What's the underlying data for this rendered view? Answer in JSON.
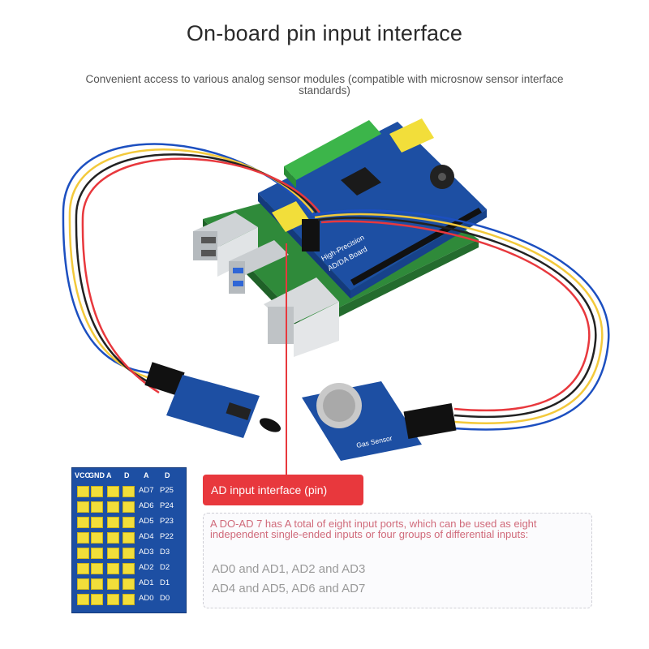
{
  "title": "On-board pin input interface",
  "subtitle": "Convenient access to various analog sensor modules (compatible with microsnow sensor interface standards)",
  "board_labels": {
    "hat_line1": "High-Precision",
    "hat_line2": "AD/DA Board",
    "gas_sensor": "Gas Sensor"
  },
  "pin_panel": {
    "headers": [
      "VCC",
      "GND",
      "A",
      "D",
      "A",
      "D"
    ],
    "rows": [
      {
        "a": "AD7",
        "d": "P25"
      },
      {
        "a": "AD6",
        "d": "P24"
      },
      {
        "a": "AD5",
        "d": "P23"
      },
      {
        "a": "AD4",
        "d": "P22"
      },
      {
        "a": "AD3",
        "d": "D3"
      },
      {
        "a": "AD2",
        "d": "D2"
      },
      {
        "a": "AD1",
        "d": "D1"
      },
      {
        "a": "AD0",
        "d": "D0"
      }
    ]
  },
  "callout": "AD input interface (pin)",
  "description": "A DO-AD 7 has A total of eight input ports, which can be used as eight independent single-ended inputs or four groups of differential inputs:",
  "pairs": [
    "AD0 and AD1, AD2 and AD3",
    "AD4 and AD5, AD6 and AD7"
  ],
  "colors": {
    "hat_board": "#1d4fa3",
    "terminal": "#3cb54a",
    "pin_header": "#f2de3a",
    "callout": "#e8383d"
  }
}
